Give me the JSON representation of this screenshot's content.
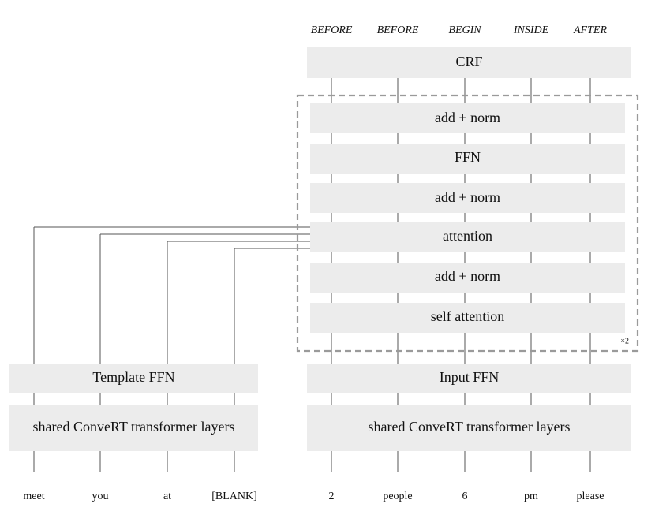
{
  "output_tags": [
    "BEFORE",
    "BEFORE",
    "BEGIN",
    "INSIDE",
    "AFTER"
  ],
  "crf": "CRF",
  "stack": {
    "blocks": [
      "add + norm",
      "FFN",
      "add + norm",
      "attention",
      "add + norm",
      "self attention"
    ],
    "repeat": "×2"
  },
  "template": {
    "ffn": "Template FFN",
    "encoder": "shared ConveRT transformer layers",
    "tokens": [
      "meet",
      "you",
      "at",
      "[BLANK]"
    ]
  },
  "input": {
    "ffn": "Input FFN",
    "encoder": "shared ConveRT transformer layers",
    "tokens": [
      "2",
      "people",
      "6",
      "pm",
      "please"
    ]
  }
}
